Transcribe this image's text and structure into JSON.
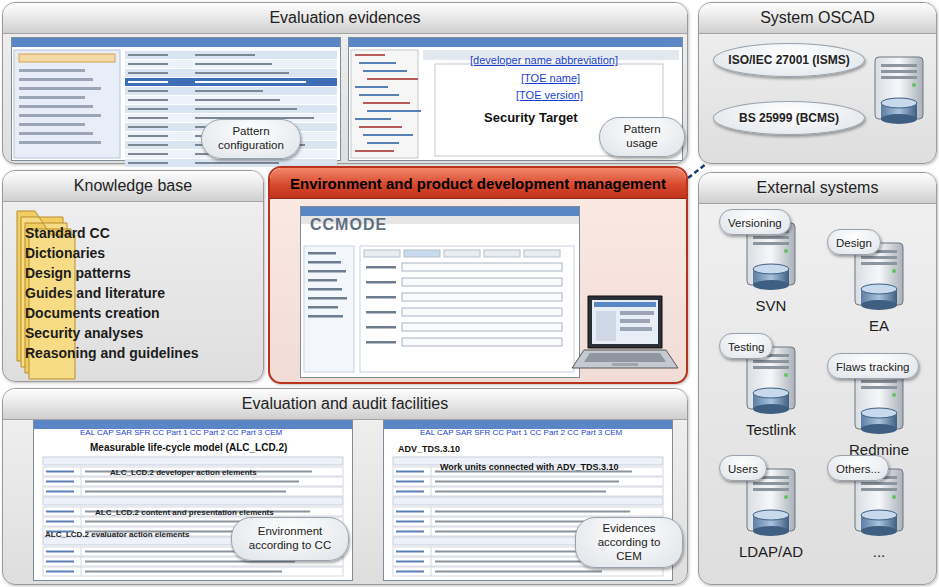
{
  "diagram": {
    "nodes": [
      {
        "text": [
          "Evaluation evidences"
        ]
      },
      {
        "text": [
          "Pattern configuration"
        ],
        "in": 0
      },
      {
        "text": [
          "Pattern usage"
        ],
        "in": 0
      },
      {
        "text": [
          "System OSCAD"
        ]
      },
      {
        "text": [
          "ISO/IEC 27001 (ISMS)"
        ],
        "in": 3
      },
      {
        "text": [
          "BS 25999 (BCMS)"
        ],
        "in": 3
      },
      {
        "text": [
          "Knowledge base",
          "Standard CC",
          "Dictionaries",
          "Design patterns",
          "Guides and literature",
          "Documents creation",
          "Security analyses",
          "Reasoning and guidelines"
        ]
      },
      {
        "text": [
          "Environment and product development management"
        ]
      },
      {
        "text": [
          "Evaluation and audit facilities"
        ]
      },
      {
        "text": [
          "Environment according to CC"
        ],
        "in": 8
      },
      {
        "text": [
          "Evidences according to CEM"
        ],
        "in": 8
      },
      {
        "text": [
          "External systems"
        ]
      },
      {
        "text": [
          "Versioning",
          "SVN"
        ],
        "in": 11
      },
      {
        "text": [
          "Design",
          "EA"
        ],
        "in": 11
      },
      {
        "text": [
          "Testing",
          "Testlink"
        ],
        "in": 11
      },
      {
        "text": [
          "Flaws tracking",
          "Redmine"
        ],
        "in": 11
      },
      {
        "text": [
          "Users",
          "LDAP/AD"
        ],
        "in": 11
      },
      {
        "text": [
          "Others...",
          "..."
        ],
        "in": 11
      }
    ],
    "edges": [
      {
        "from": 7,
        "to": 3,
        "arrow": "none"
      }
    ],
    "labels": [
      "[developer name abbreviation]",
      "[TOE name]",
      "[TOE version]",
      "Security Target",
      "CCMODE",
      "EAL CAP SAR SFR CC Part 1 CC Part 2 CC Part 3 CEM",
      "Measurable life-cycle model (ALC_LCD.2)",
      "ALC_LCD.2 developer action elements",
      "ALC_LCD.2 content and presentation elements",
      "ALC_LCD.2 evaluator action elements",
      "EAL CAP SAR SFR CC Part 1 CC Part 2 CC Part 3 CEM",
      "ADV_TDS.3.10",
      "Work units connected with ADV_TDS.3.10"
    ]
  }
}
